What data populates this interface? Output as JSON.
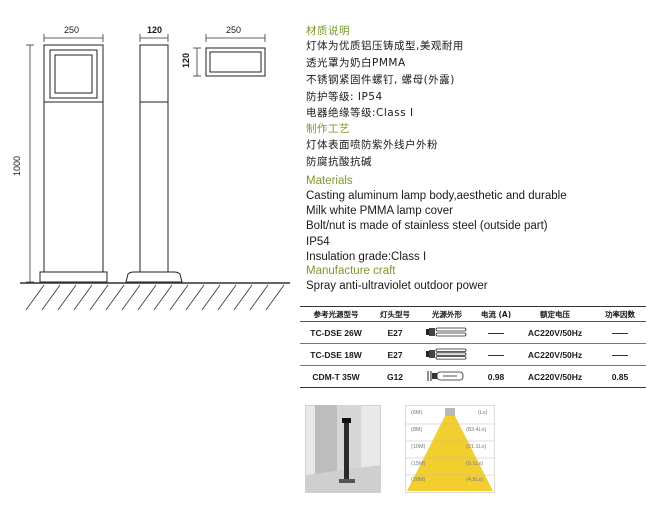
{
  "drawing": {
    "dim_front_width": "250",
    "dim_side_width": "120",
    "dim_top_width": "250",
    "dim_top_depth": "120",
    "dim_height": "1000"
  },
  "specs_cn": {
    "material_heading": "材质说明",
    "lines": [
      "灯体为优质铝压铸成型,美观耐用",
      "透光罩为奶白PMMA",
      "不锈钢紧固件螺钉, 螺母(外露)",
      "防护等级: IP54",
      "电器绝缘等级:Class Ⅰ"
    ],
    "craft_heading": "制作工艺",
    "craft_lines": [
      "灯体表面喷防紫外线户外粉",
      "防腐抗酸抗碱"
    ]
  },
  "specs_en": {
    "material_heading": "Materials",
    "lines": [
      "Casting aluminum lamp body,aesthetic and durable",
      "Milk white PMMA lamp cover",
      "Bolt/nut is made of stainless steel (outside part)",
      "IP54",
      "Insulation grade:Class I"
    ],
    "craft_heading": "Manufacture craft",
    "craft_lines": [
      "Spray anti-ultraviolet outdoor power"
    ]
  },
  "table": {
    "headers": [
      "参考光源型号",
      "灯头型号",
      "光源外形",
      "电流 (A)",
      "额定电压",
      "功率因数"
    ],
    "rows": [
      {
        "model": "TC-DSE 26W",
        "base": "E27",
        "current": "—",
        "voltage": "AC220V/50Hz",
        "pf": "—"
      },
      {
        "model": "TC-DSE 18W",
        "base": "E27",
        "current": "—",
        "voltage": "AC220V/50Hz",
        "pf": "—"
      },
      {
        "model": "CDM-T 35W",
        "base": "G12",
        "current": "0.98",
        "voltage": "AC220V/50Hz",
        "pf": "0.85"
      }
    ]
  },
  "lux_chart": {
    "rows": [
      {
        "dist": "(6M)",
        "lux": "(Lx)"
      },
      {
        "dist": "(8M)",
        "lux": "(83.4Lx)"
      },
      {
        "dist": "(10M)",
        "lux": "(21.1Lx)"
      },
      {
        "dist": "(15M)",
        "lux": "(9.1Lx)"
      },
      {
        "dist": "(20M)",
        "lux": "(4.9Lx)"
      }
    ],
    "beam_color": "#f2cf2e"
  }
}
